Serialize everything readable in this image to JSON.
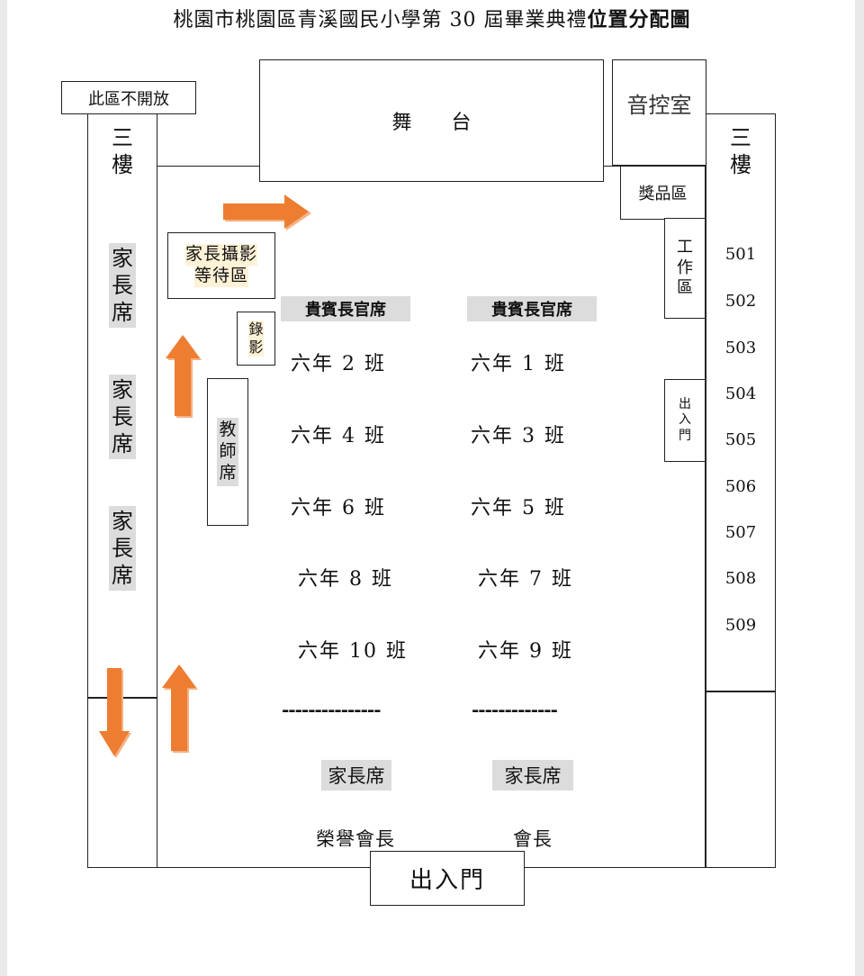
{
  "title": {
    "main": "桃園市桃園區青溪國民小學第 30 屆畢業典禮",
    "bold": "位置分配圖"
  },
  "closed_area": "此區不開放",
  "stage": "舞　　台",
  "sound_room": "音控室",
  "prize_area": "獎品區",
  "work_area": [
    "工",
    "作",
    "區"
  ],
  "left_floor": [
    "三",
    "樓"
  ],
  "right_floor": [
    "三",
    "樓"
  ],
  "parent_seats_left": [
    [
      "家",
      "長",
      "席"
    ],
    [
      "家",
      "長",
      "席"
    ],
    [
      "家",
      "長",
      "席"
    ]
  ],
  "photo_wait": [
    "家長攝影",
    "等待區"
  ],
  "recording": [
    "錄",
    "影"
  ],
  "teacher_seats": [
    "教",
    "師",
    "席"
  ],
  "side_door": [
    "出",
    "入",
    "門"
  ],
  "vip_left": "貴賓長官席",
  "vip_right": "貴賓長官席",
  "classes_left": [
    "六年 2 班",
    "六年 4 班",
    "六年 6 班",
    "六年 8 班",
    "六年 10 班"
  ],
  "classes_right": [
    "六年 1 班",
    "六年 3 班",
    "六年 5 班",
    "六年 7 班",
    "六年 9 班"
  ],
  "room_numbers": [
    "501",
    "502",
    "503",
    "504",
    "505",
    "506",
    "507",
    "508",
    "509"
  ],
  "dashes_left": "---------------",
  "dashes_right": "-------------",
  "parent_seats_bottom_left": "家長席",
  "parent_seats_bottom_right": "家長席",
  "honorary_chair": "榮譽會長",
  "chair": "會長",
  "main_door": "出入門",
  "colors": {
    "arrow": "#ed7d31",
    "arrow_outline": "#f4b183",
    "highlight_grey": "#dcdcdc",
    "highlight_cream": "#fdf1d6"
  }
}
